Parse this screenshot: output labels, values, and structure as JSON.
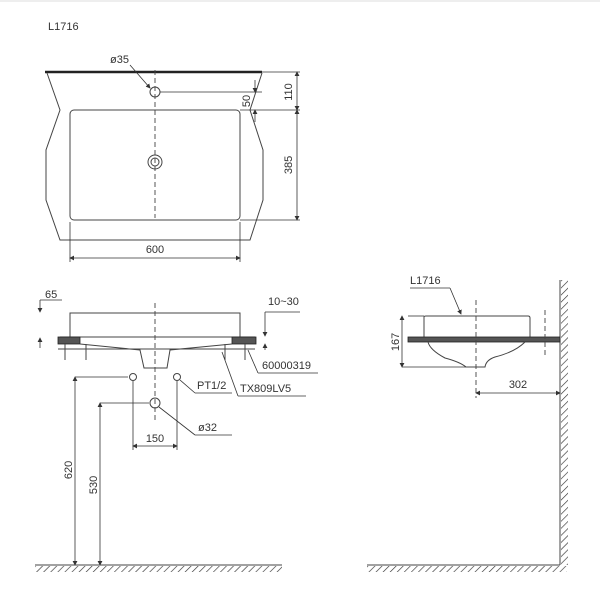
{
  "model_code": "L1716",
  "top_view": {
    "tap_hole": "ø35",
    "width": "600",
    "depth": "385",
    "rim_to_edge": "110",
    "hole_offset": "50"
  },
  "front_view": {
    "rim_thickness": "65",
    "counter_thickness": "10~30",
    "clamp_part": "60000319",
    "faucet_part": "TX809LV5",
    "supply_thread": "PT1/2",
    "drain": "ø32",
    "supply_spacing": "150",
    "supply_height": "620",
    "drain_height": "530"
  },
  "side_view": {
    "model_label": "L1716",
    "height": "167",
    "wall_distance": "302"
  }
}
